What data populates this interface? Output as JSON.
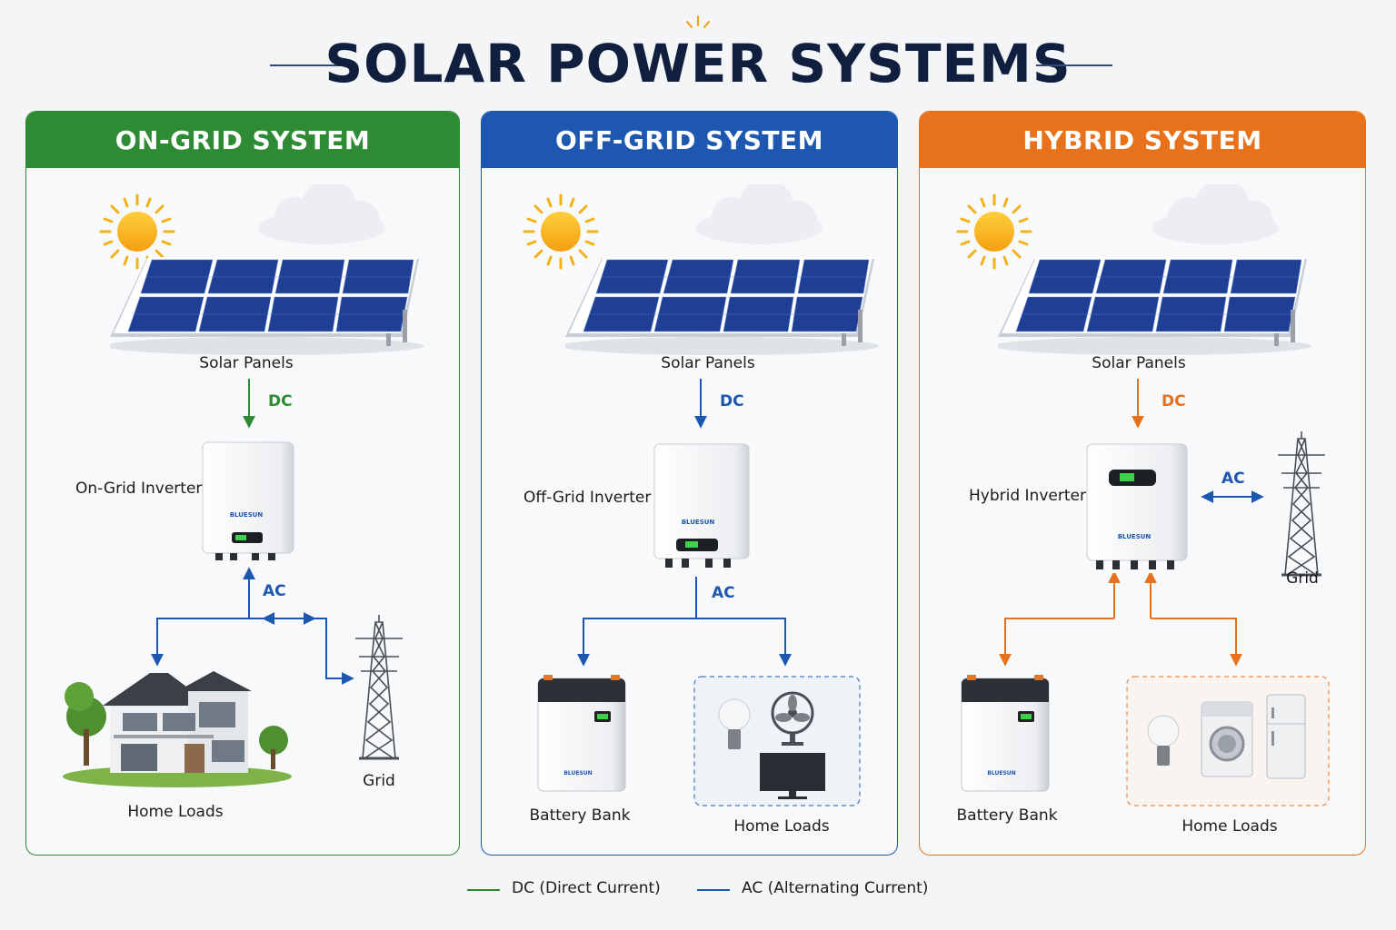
{
  "title": "SOLAR POWER SYSTEMS",
  "colors": {
    "green": "#2e8b34",
    "blue": "#1e57b0",
    "orange": "#e8711c",
    "title": "#0f1f3d"
  },
  "panels": [
    {
      "header": "ON-GRID SYSTEM",
      "solar_label": "Solar Panels",
      "dc_label": "DC",
      "inverter_label": "On-Grid Inverter",
      "ac_label": "AC",
      "home_label": "Home Loads",
      "grid_label": "Grid"
    },
    {
      "header": "OFF-GRID SYSTEM",
      "solar_label": "Solar Panels",
      "dc_label": "DC",
      "inverter_label": "Off-Grid Inverter",
      "ac_label": "AC",
      "battery_label": "Battery Bank",
      "home_label": "Home Loads"
    },
    {
      "header": "HYBRID SYSTEM",
      "solar_label": "Solar Panels",
      "dc_label": "DC",
      "inverter_label": "Hybrid Inverter",
      "ac_label": "AC",
      "grid_label": "Grid",
      "battery_label": "Battery Bank",
      "home_label": "Home Loads"
    }
  ],
  "brand": "BLUESUN",
  "legend": {
    "dc": "DC (Direct Current)",
    "ac": "AC (Alternating Current)"
  },
  "icons": [
    "sun-icon",
    "cloud-icon",
    "solar-panel-icon",
    "inverter-icon",
    "house-icon",
    "transmission-tower-icon",
    "battery-icon",
    "light-bulb-icon",
    "fan-icon",
    "tv-icon",
    "washing-machine-icon",
    "refrigerator-icon"
  ]
}
